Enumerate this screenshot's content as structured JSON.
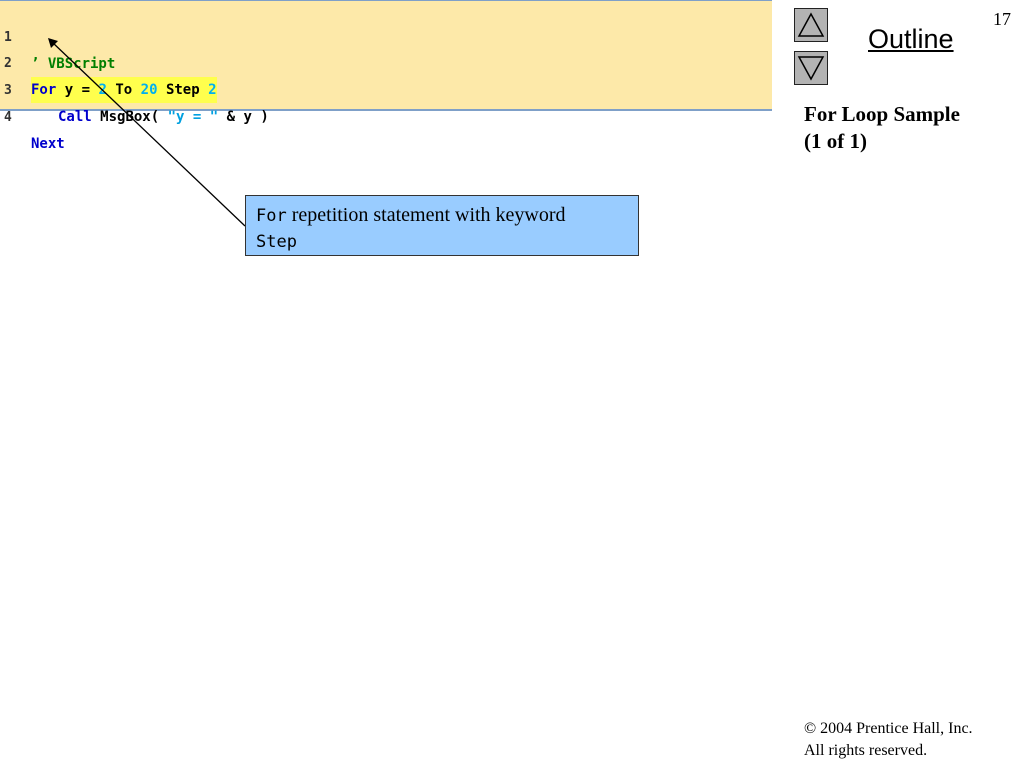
{
  "slide_number": "17",
  "outline": {
    "title": "Outline",
    "section_title_line1": "For Loop Sample",
    "section_title_line2": "(1 of 1)"
  },
  "code": {
    "lines": [
      {
        "number": "1",
        "comment": "’ VBScript"
      },
      {
        "number": "2",
        "kw_for": "For",
        "var": "y =",
        "start": "2",
        "kw_to": "To",
        "end": "20",
        "kw_step": "Step",
        "step": "2"
      },
      {
        "number": "3",
        "kw_call": "Call",
        "fn": "MsgBox(",
        "str": "\"y = \"",
        "rest": "& y )"
      },
      {
        "number": "4",
        "kw_next": "Next"
      }
    ]
  },
  "callout": {
    "code1": "For",
    "text": " repetition statement with keyword",
    "code2": "Step"
  },
  "footer": {
    "copyright": "© 2004 Prentice Hall, Inc.",
    "rights": "All rights reserved."
  },
  "colors": {
    "code_background": "#fde9a9",
    "highlight": "#ffff4d",
    "keyword": "#0000cc",
    "number": "#00b0f0",
    "comment": "#007f00",
    "callout_background": "#99ccff",
    "nav_button": "#b3b3b3"
  },
  "icons": {
    "previous": "triangle-up-icon",
    "next": "triangle-down-icon"
  }
}
